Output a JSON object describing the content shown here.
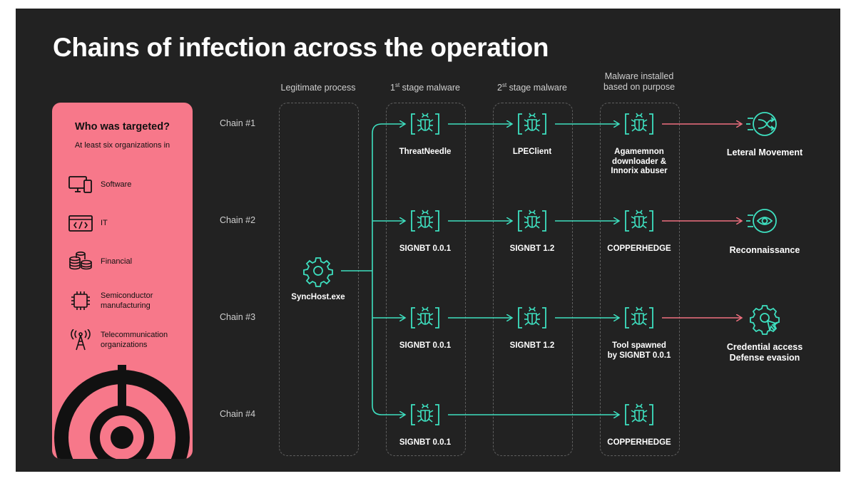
{
  "title": "Chains of infection across the operation",
  "panel": {
    "title": "Who was targeted?",
    "subtitle": "At least six organizations in",
    "sectors": [
      {
        "icon": "computer-devices-icon",
        "label": "Software"
      },
      {
        "icon": "code-window-icon",
        "label": "IT"
      },
      {
        "icon": "coin-stacks-icon",
        "label": "Financial"
      },
      {
        "icon": "microchip-icon",
        "label": "Semiconductor manufacturing"
      },
      {
        "icon": "radio-tower-icon",
        "label": "Telecommunication organizations"
      }
    ]
  },
  "columns": {
    "legit": "Legitimate process",
    "stage1_pre": "1",
    "stage1_sup": "st",
    "stage1_post": " stage malware",
    "stage2_pre": "2",
    "stage2_sup": "st",
    "stage2_post": " stage malware",
    "purpose_line1": "Malware installed",
    "purpose_line2": "based on purpose"
  },
  "source_process": {
    "icon": "gear-icon",
    "label": "SyncHost.exe"
  },
  "chains": [
    {
      "label": "Chain #1",
      "stage1": "ThreatNeedle",
      "stage2": "LPEClient",
      "final_lines": [
        "Agamemnon",
        "downloader &",
        "Innorix abuser"
      ],
      "outcome_icon": "lateral-movement-icon",
      "outcome_lines": [
        "Leteral Movement"
      ]
    },
    {
      "label": "Chain #2",
      "stage1": "SIGNBT 0.0.1",
      "stage2": "SIGNBT 1.2",
      "final_lines": [
        "COPPERHEDGE"
      ],
      "outcome_icon": "eye-reconnaissance-icon",
      "outcome_lines": [
        "Reconnaissance"
      ]
    },
    {
      "label": "Chain #3",
      "stage1": "SIGNBT 0.0.1",
      "stage2": "SIGNBT 1.2",
      "final_lines": [
        "Tool spawned",
        "by SIGNBT 0.0.1"
      ],
      "outcome_icon": "gear-cursor-icon",
      "outcome_lines": [
        "Credential access",
        "Defense evasion"
      ]
    },
    {
      "label": "Chain #4",
      "stage1": "SIGNBT 0.0.1",
      "stage2": null,
      "final_lines": [
        "COPPERHEDGE"
      ],
      "outcome_icon": null,
      "outcome_lines": []
    }
  ],
  "colors": {
    "background": "#222222",
    "accent_pink": "#f7788a",
    "accent_teal": "#3ee0c0",
    "arrow_pink": "#f0707f"
  }
}
